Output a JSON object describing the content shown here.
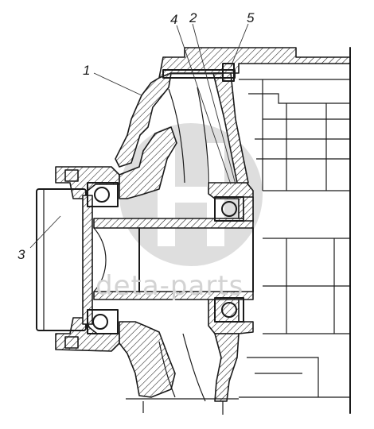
{
  "diagram": {
    "labels": [
      {
        "id": "1",
        "text": "1"
      },
      {
        "id": "2",
        "text": "2"
      },
      {
        "id": "3",
        "text": "3"
      },
      {
        "id": "4",
        "text": "4"
      },
      {
        "id": "5",
        "text": "5"
      }
    ],
    "watermark": "deta-parts",
    "colors": {
      "ink": "#1a1a1a",
      "watermark": "#cfcfcf",
      "background": "#ffffff"
    }
  }
}
